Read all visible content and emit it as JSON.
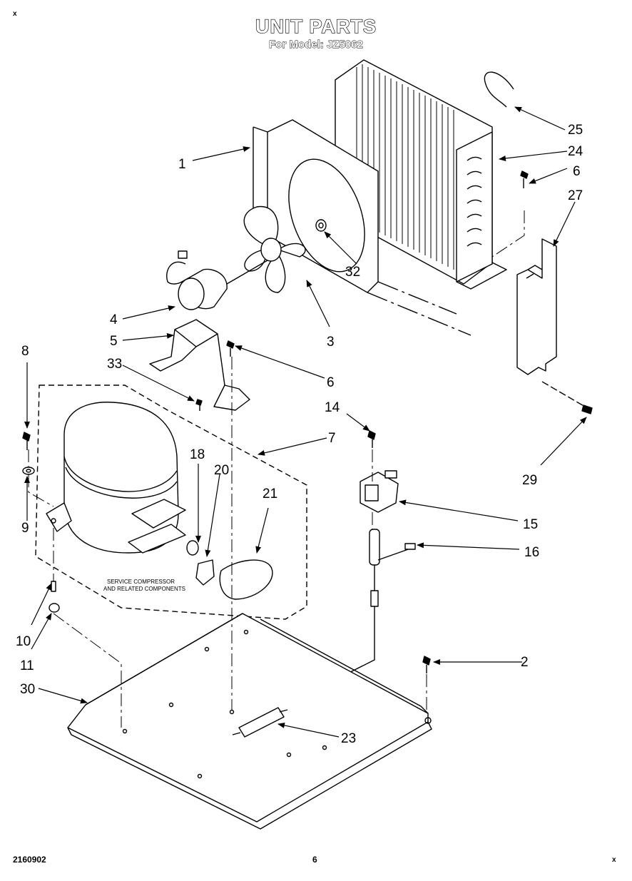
{
  "header": {
    "title": "UNIT PARTS",
    "subtitle": "For Model: JZ5062",
    "corner_mark": "x"
  },
  "footer": {
    "doc_number": "2160902",
    "page_number": "6",
    "corner_mark": "x"
  },
  "note": {
    "line1": "SERVICE COMPRESSOR",
    "line2": "AND RELATED COMPONENTS"
  },
  "callouts": [
    "1",
    "2",
    "3",
    "4",
    "5",
    "6",
    "6",
    "7",
    "8",
    "9",
    "10",
    "11",
    "14",
    "15",
    "16",
    "18",
    "20",
    "21",
    "23",
    "24",
    "25",
    "27",
    "29",
    "30",
    "32",
    "33"
  ]
}
